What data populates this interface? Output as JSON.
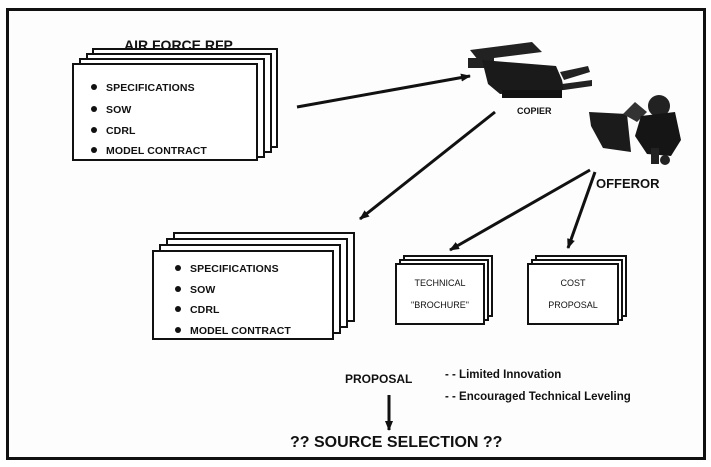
{
  "rfp": {
    "title": "AIR FORCE RFP",
    "items": [
      "SPECIFICATIONS",
      "SOW",
      "CDRL",
      "MODEL CONTRACT"
    ]
  },
  "copier": {
    "label": "COPIER"
  },
  "offeror": {
    "label": "OFFEROR"
  },
  "proposal_copy": {
    "items": [
      "SPECIFICATIONS",
      "SOW",
      "CDRL",
      "MODEL CONTRACT"
    ]
  },
  "technical": {
    "line1": "TECHNICAL",
    "line2": "\"BROCHURE\""
  },
  "cost": {
    "line1": "COST",
    "line2": "PROPOSAL"
  },
  "proposal": {
    "label": "PROPOSAL"
  },
  "notes": [
    "- - Limited Innovation",
    "- - Encouraged Technical Leveling"
  ],
  "source_selection": {
    "label": "?? SOURCE SELECTION ??"
  }
}
